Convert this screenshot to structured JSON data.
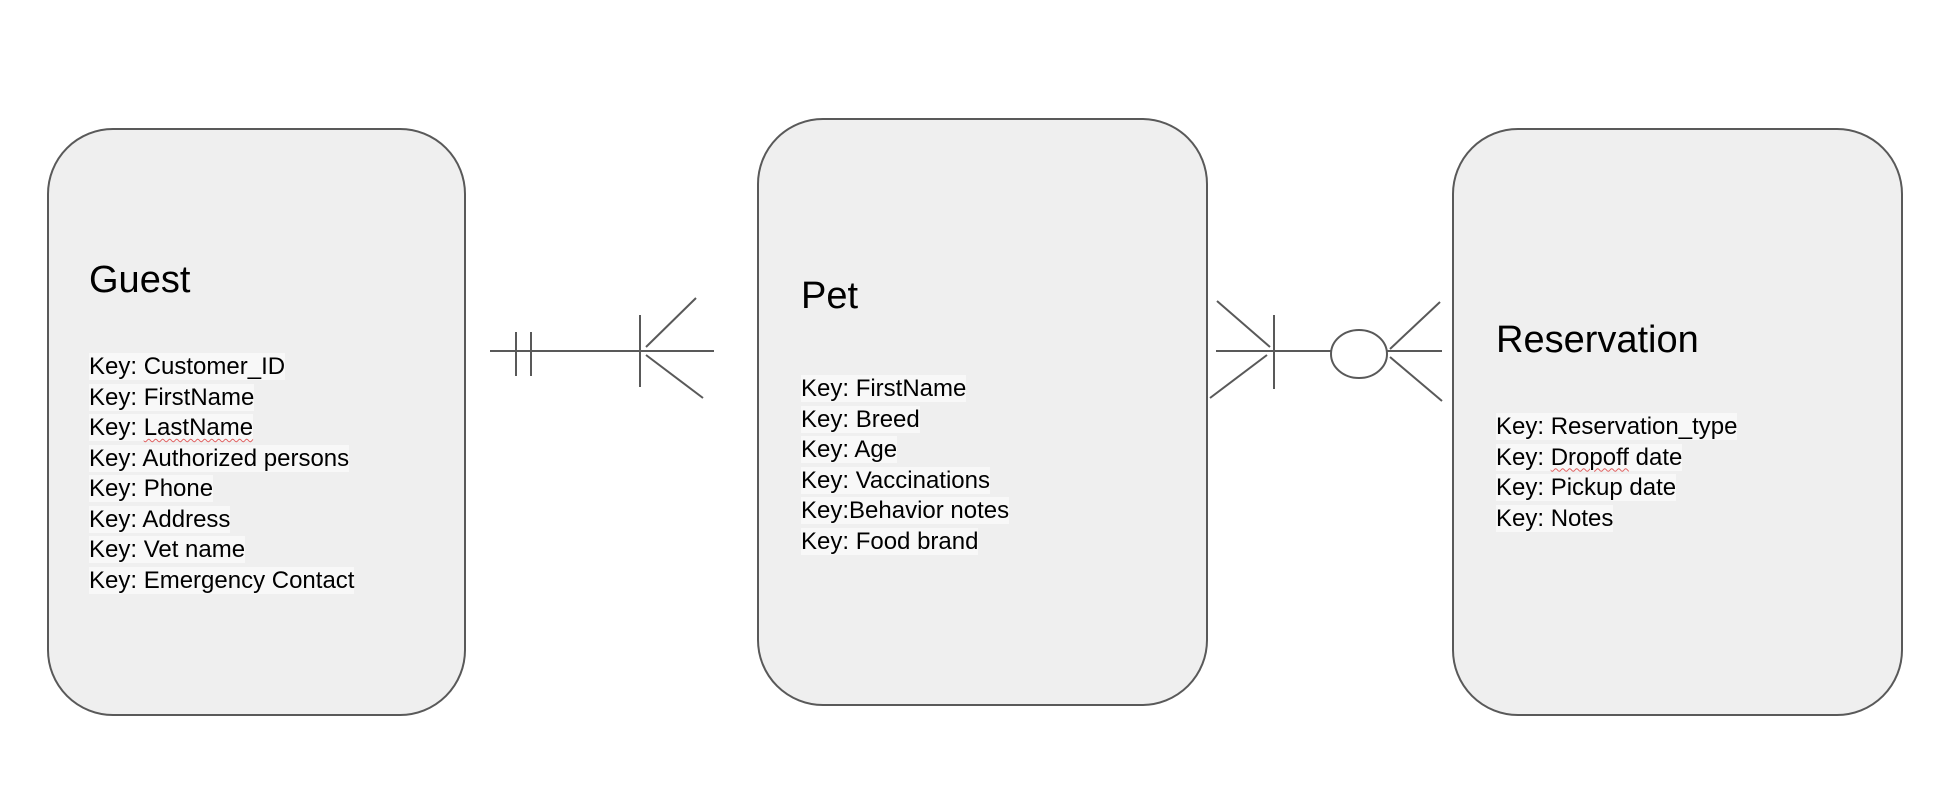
{
  "entities": {
    "guest": {
      "title": "Guest",
      "attributes": [
        "Key: Customer_ID",
        "Key: FirstName",
        "Key: LastName",
        "Key: Authorized persons",
        "Key: Phone",
        "Key: Address",
        "Key: Vet name",
        "Key: Emergency Contact"
      ]
    },
    "pet": {
      "title": "Pet",
      "attributes": [
        "Key: FirstName",
        "Key: Breed",
        "Key: Age",
        "Key: Vaccinations",
        "Key:Behavior notes",
        "Key: Food brand"
      ]
    },
    "reservation": {
      "title": "Reservation",
      "attributes": [
        "Key: Reservation_type",
        "Key: Dropoff date",
        "Key: Pickup date",
        "Key: Notes"
      ]
    }
  },
  "relationships": [
    {
      "from": "guest",
      "to": "pet",
      "from_cardinality": "one-and-only-one",
      "to_cardinality": "one-or-many"
    },
    {
      "from": "pet",
      "to": "reservation",
      "from_cardinality": "one-or-many",
      "to_cardinality": "zero-or-many"
    }
  ],
  "colors": {
    "entity_fill": "#efefef",
    "entity_border": "#595959",
    "line": "#595959",
    "text": "#000000"
  }
}
